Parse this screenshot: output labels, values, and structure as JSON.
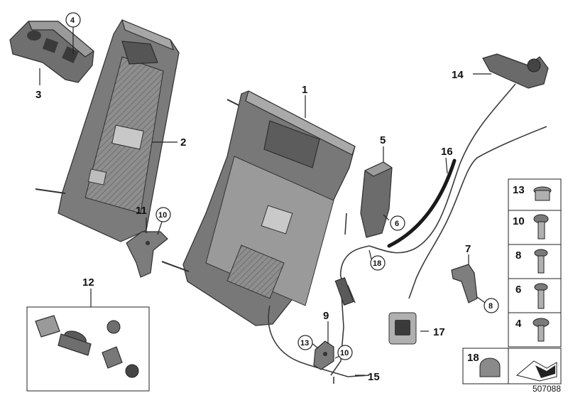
{
  "callouts": {
    "c1": "1",
    "c2": "2",
    "c3": "3",
    "c4": "4",
    "c5": "5",
    "c6": "6",
    "c7": "7",
    "c8": "8",
    "c9": "9",
    "c10a": "10",
    "c10b": "10",
    "c11": "11",
    "c12": "12",
    "c13": "13",
    "c14": "14",
    "c15": "15",
    "c16": "16",
    "c17": "17",
    "c18": "18"
  },
  "side_panel": {
    "items": [
      "13",
      "10",
      "8",
      "6",
      "4",
      "18"
    ]
  },
  "catalog_number": "507088"
}
